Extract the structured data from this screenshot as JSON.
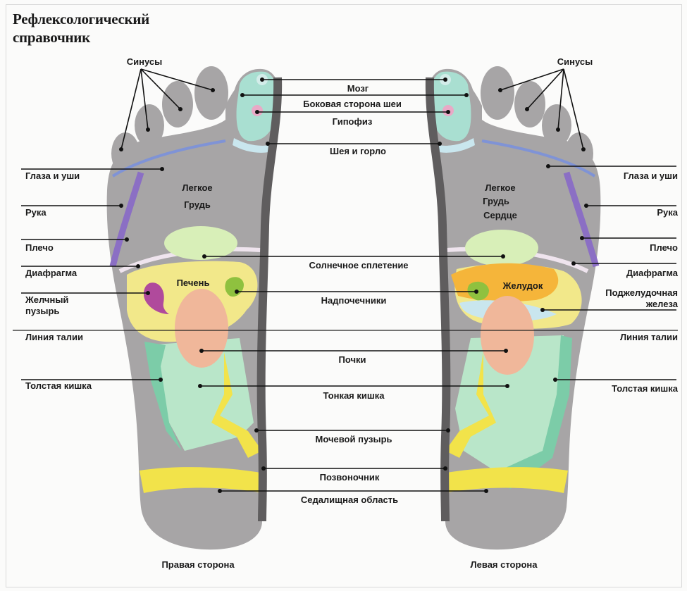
{
  "title_line1": "Рефлексологический",
  "title_line2": "справочник",
  "center": {
    "brain": "Мозг",
    "neck_side": "Боковая сторона шеи",
    "pituitary": "Гипофиз",
    "neck_throat": "Шея и горло",
    "solar_plexus": "Солнечное сплетение",
    "adrenals": "Надпочечники",
    "kidneys": "Почки",
    "small_intestine": "Тонкая кишка",
    "bladder": "Мочевой пузырь",
    "spine": "Позвоночник",
    "sciatic": "Седалищная область"
  },
  "right_foot": {
    "caption": "Правая сторона",
    "sinuses": "Синусы",
    "eyes_ears": "Глаза и уши",
    "arm": "Рука",
    "shoulder": "Плечо",
    "diaphragm": "Диафрагма",
    "gallbladder_1": "Желчный",
    "gallbladder_2": "пузырь",
    "waist": "Линия талии",
    "colon": "Толстая кишка",
    "lung": "Легкое",
    "chest": "Грудь",
    "liver": "Печень"
  },
  "left_foot": {
    "caption": "Левая сторона",
    "sinuses": "Синусы",
    "eyes_ears": "Глаза и уши",
    "arm": "Рука",
    "shoulder": "Плечо",
    "diaphragm": "Диафрагма",
    "pancreas_1": "Поджелудочная",
    "pancreas_2": "железа",
    "waist": "Линия талии",
    "colon": "Толстая кишка",
    "lung": "Легкое",
    "chest": "Грудь",
    "heart": "Сердце",
    "stomach": "Желудок"
  },
  "colors": {
    "foot": "#a7a5a6",
    "spine": "#5f5d5e",
    "arm_zone": "#8b6fc4",
    "eye_zone": "#7f93d6",
    "yellow": "#f2e34a",
    "green_pale": "#d8efb8",
    "teal": "#9fd6be",
    "peach": "#f0b79a",
    "magenta": "#b04a9c",
    "orange": "#f5b53a",
    "light_blue": "#c9e6ee"
  }
}
